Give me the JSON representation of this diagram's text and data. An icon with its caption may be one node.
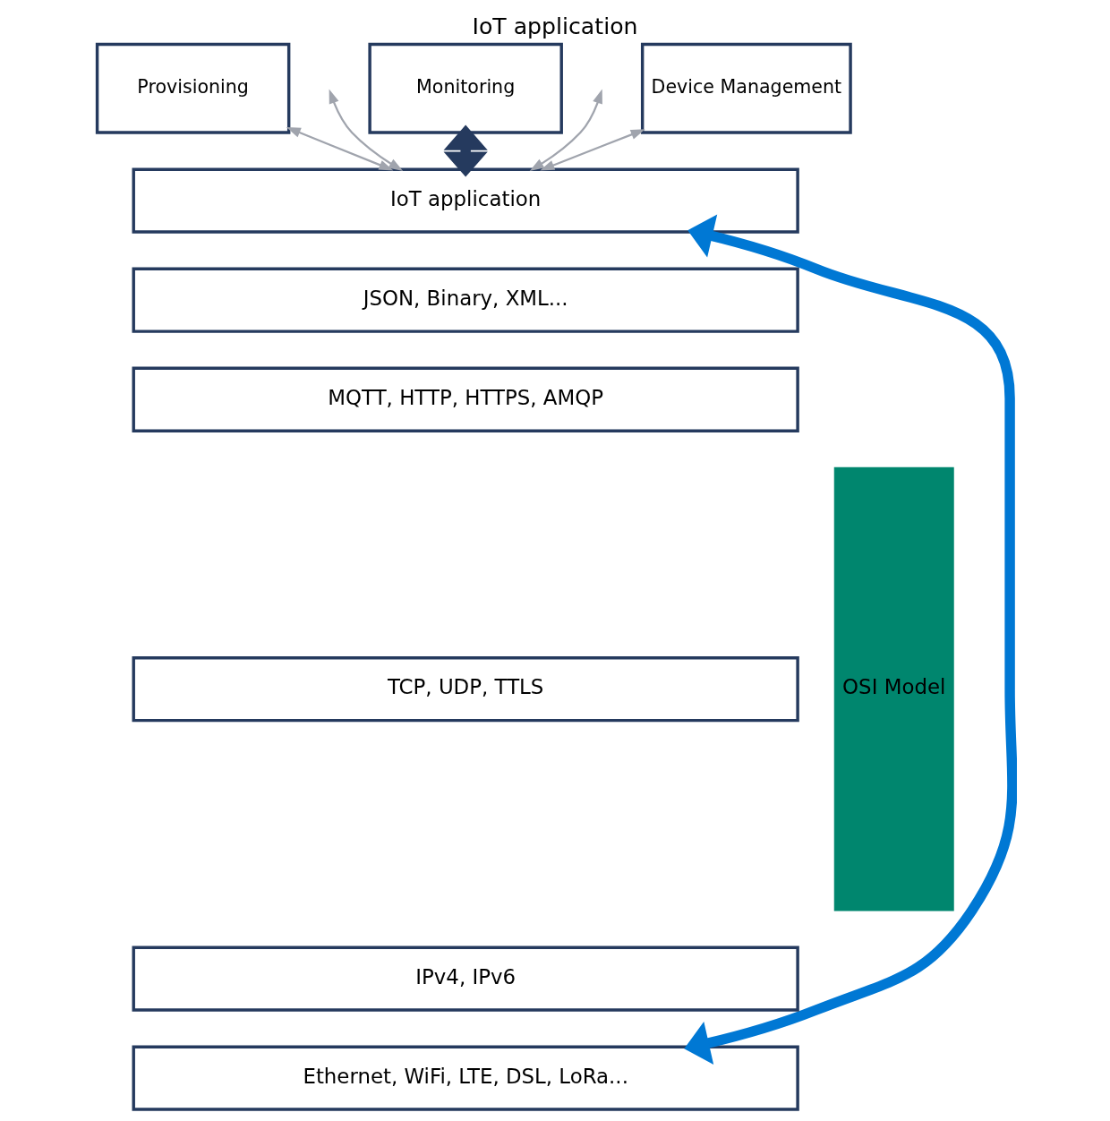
{
  "diagram": {
    "title": "IoT application",
    "nodes": [
      {
        "text": [
          "Provisioning"
        ]
      },
      {
        "text": [
          "Monitoring"
        ]
      },
      {
        "text": [
          "Device Management"
        ]
      },
      {
        "text": [
          "IoT application"
        ]
      },
      {
        "text": [
          "JSON, Binary, XML..."
        ]
      },
      {
        "text": [
          "MQTT, HTTP, HTTPS, AMQP"
        ]
      },
      {
        "text": [
          "TCP, UDP, TTLS"
        ]
      },
      {
        "text": [
          "IPv4, IPv6"
        ]
      },
      {
        "text": [
          "Ethernet, WiFi, LTE, DSL, LoRa..."
        ]
      },
      {
        "text": [
          "OSI Model"
        ]
      }
    ],
    "edges": [
      {
        "from": 0,
        "to": 3,
        "arrow": "both"
      },
      {
        "from": null,
        "to": 3,
        "arrow": "both"
      },
      {
        "from": 1,
        "to": 3,
        "arrow": "both",
        "style": "thick",
        "color": "#253a5e"
      },
      {
        "from": null,
        "to": 3,
        "arrow": "both"
      },
      {
        "from": 2,
        "to": 3,
        "arrow": "both"
      },
      {
        "from": 3,
        "to": 8,
        "arrow": "both",
        "style": "thick",
        "color": "#0078d4"
      }
    ]
  }
}
